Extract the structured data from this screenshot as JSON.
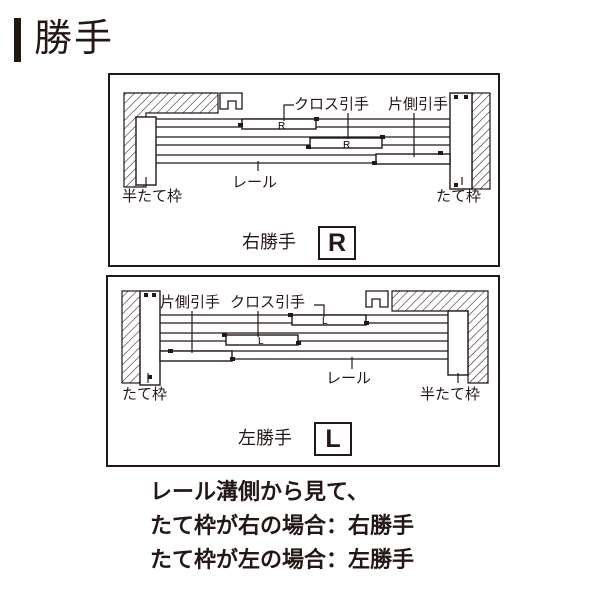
{
  "heading": {
    "title": "勝手"
  },
  "right_panel": {
    "cross_handle": "クロス引手",
    "side_handle": "片側引手",
    "rail": "レール",
    "half_frame": "半たて枠",
    "frame": "たて枠",
    "door_letter": "R",
    "hand_label": "右勝手",
    "badge": "R"
  },
  "left_panel": {
    "side_handle": "片側引手",
    "cross_handle": "クロス引手",
    "rail": "レール",
    "frame": "たて枠",
    "half_frame": "半たて枠",
    "door_letter": "L",
    "hand_label": "左勝手",
    "badge": "L"
  },
  "note": {
    "line1": "レール溝側から見て、",
    "line2": "たて枠が右の場合：右勝手",
    "line3": "たて枠が左の場合：左勝手"
  },
  "colors": {
    "ink": "#231815",
    "door_fill": "#ffffff",
    "background": "#ffffff"
  }
}
